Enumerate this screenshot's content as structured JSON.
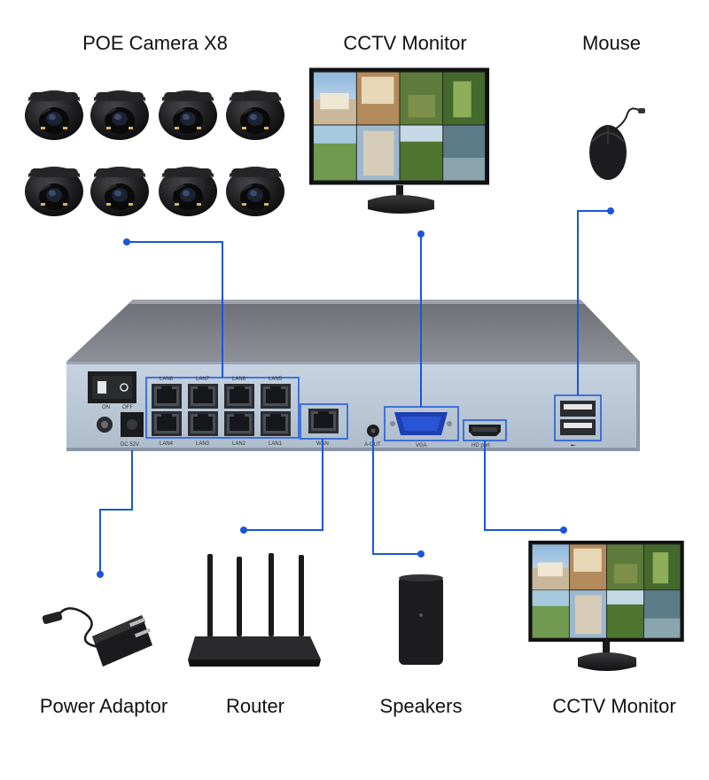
{
  "labels": {
    "poe_cameras": "POE Camera X8",
    "monitor_top": "CCTV Monitor",
    "mouse": "Mouse",
    "power_adaptor": "Power Adaptor",
    "router": "Router",
    "speakers": "Speakers",
    "monitor_bottom": "CCTV Monitor"
  },
  "nvr": {
    "switch_on": "ON",
    "switch_off": "OFF",
    "power_port": "DC 52V",
    "lan_top": [
      "LAN8",
      "LAN7",
      "LAN6",
      "LAN5"
    ],
    "lan_bottom": [
      "LAN4",
      "LAN3",
      "LAN2",
      "LAN1"
    ],
    "wan": "WAN",
    "audio_out": "A-OUT",
    "vga": "VGA",
    "hdmi": "HD port",
    "usb_symbol": "⭠"
  },
  "colors": {
    "connector": "#1a56db",
    "nvr_body": "#7e8288",
    "nvr_panel": "#b9c7d6",
    "camera": "#1c1c1e"
  }
}
